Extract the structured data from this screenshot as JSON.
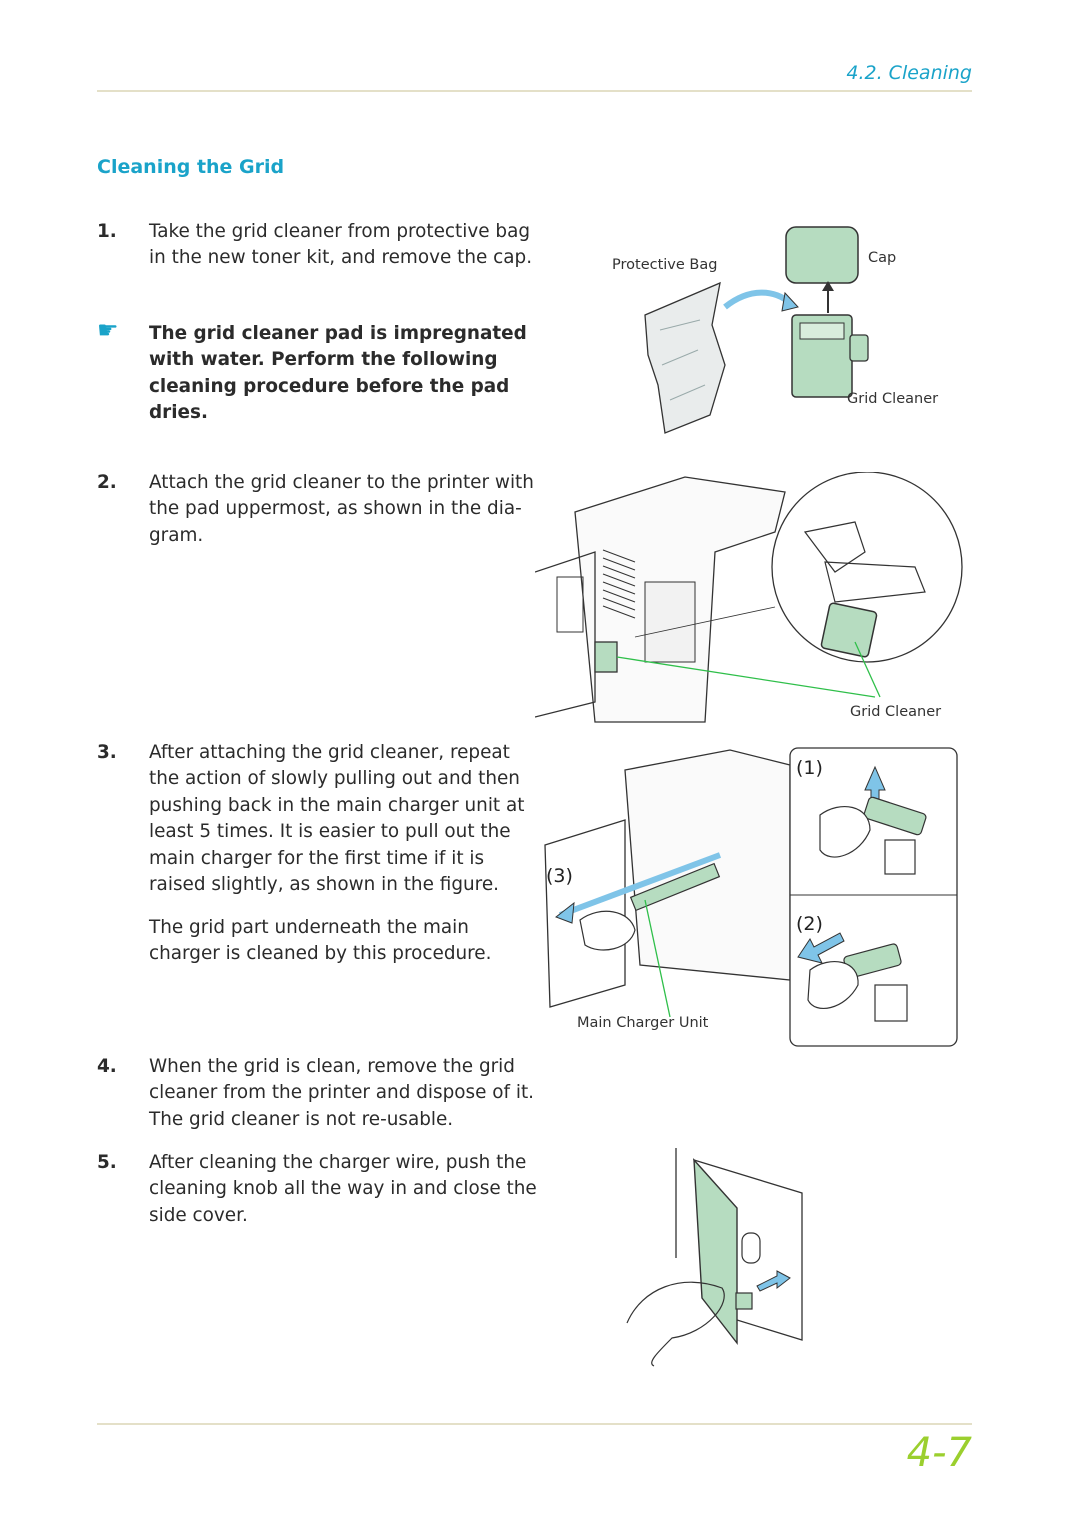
{
  "header": {
    "section_title": "4.2. Cleaning"
  },
  "heading": "Cleaning the Grid",
  "steps": [
    {
      "num": "1.",
      "text": "Take the grid cleaner from protective bag in the new toner kit, and remove the cap."
    },
    {
      "num": "2.",
      "text": "Attach the grid cleaner to the printer with the pad uppermost, as shown in the dia-gram."
    },
    {
      "num": "3.",
      "text": "After attaching the grid cleaner, repeat the action of slowly pulling out and then pushing back in the main charger unit at least 5 times. It is easier to pull out the main charger for the first time if it is raised slightly, as shown in the figure."
    },
    {
      "num": "4.",
      "text": "When the grid is clean, remove the grid cleaner from the printer and dispose of it. The grid cleaner is not re-usable."
    },
    {
      "num": "5.",
      "text": "After cleaning the charger wire, push the cleaning knob all the way in and close the side cover."
    }
  ],
  "note": {
    "icon": "pointing-hand-icon",
    "text": "The grid cleaner pad is impregnated with water. Perform the following cleaning procedure before the pad dries."
  },
  "step3_extra": "The grid part underneath the main charger is cleaned by this procedure.",
  "figures": {
    "fig1": {
      "protective_bag": "Protective Bag",
      "cap": "Cap",
      "grid_cleaner": "Grid Cleaner"
    },
    "fig2": {
      "grid_cleaner": "Grid Cleaner"
    },
    "fig3": {
      "label_1": "(1)",
      "label_2": "(2)",
      "label_3": "(3)",
      "main_charger_unit": "Main Charger Unit"
    }
  },
  "footer": {
    "page_number": "4-7"
  },
  "colors": {
    "accent": "#1aa3c9",
    "page_number": "#9bcf2e",
    "rule": "#e4e0c8",
    "part_fill": "#b6dcc0",
    "arrow_fill": "#7fc4e8",
    "leader_line": "#2fbf4a"
  }
}
